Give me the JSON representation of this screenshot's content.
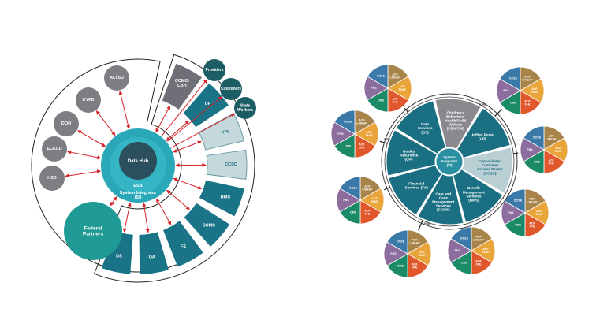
{
  "left": {
    "hub": {
      "center_label": "Data Hub",
      "esb_label": "ESB",
      "integrator_label": "System Integrator\n(SI)"
    },
    "federal_partners": "Federal\nPartners",
    "agencies": [
      "ALTSD",
      "CYFD",
      "DOH",
      "ECECD",
      "HSD"
    ],
    "external": [
      "Providers",
      "Customers",
      "State\nWorkers"
    ],
    "modules": [
      {
        "label": "CCMIS\nCBH",
        "tone": "gray"
      },
      {
        "label": "UP",
        "tone": "teal"
      },
      {
        "label": "UPI",
        "tone": "light"
      },
      {
        "label": "CCSC",
        "tone": "light"
      },
      {
        "label": "BMS",
        "tone": "teal"
      },
      {
        "label": "CCMS",
        "tone": "teal"
      },
      {
        "label": "FS",
        "tone": "teal"
      },
      {
        "label": "QA",
        "tone": "teal"
      },
      {
        "label": "DS",
        "tone": "teal"
      }
    ],
    "colors": {
      "arrow": "#d62027",
      "teal": "#1a7487",
      "gray_circle": "#7d7e81",
      "hub_outer": "#2aa8b8",
      "hub_inner": "#2b4f5d",
      "dark_teal": "#1c5c63",
      "federal": "#1f9a95"
    }
  },
  "right": {
    "center_label": "System\nIntegrator\n(SI)",
    "ring_labels": [
      "ESB",
      "ESB",
      "ESB"
    ],
    "segments": [
      {
        "label": "Children's\nBehavioral\nHealth/Child\nWelfare\n(CBH/CW)",
        "tone": "gray"
      },
      {
        "label": "Unified Portal\n(UP)",
        "tone": "teal"
      },
      {
        "label": "Consolidated\nCustomer\nService Center\n(CCSC)",
        "tone": "light"
      },
      {
        "label": "Benefit\nManagement\nServices\n(BMS)",
        "tone": "teal"
      },
      {
        "label": "Care and\nCase\nManagement\nServices\n(CCMS)",
        "tone": "teal"
      },
      {
        "label": "Financial\nServices (FS)",
        "tone": "teal"
      },
      {
        "label": "Quality\nAssurance\n(QA)",
        "tone": "teal"
      },
      {
        "label": "Data\nServices\n(DS)",
        "tone": "teal"
      }
    ],
    "pie_slices": [
      {
        "label": "ACF\nLIHEAP",
        "color": "#a8844a"
      },
      {
        "label": "ACF\nTANF",
        "color": "#e9a43a"
      },
      {
        "label": "ACF\nIV-E",
        "color": "#e0572c"
      },
      {
        "label": "CMS",
        "color": "#1b8a67"
      },
      {
        "label": "FNS",
        "color": "#8d6c9e"
      },
      {
        "label": "OCSE",
        "color": "#3a79a8"
      }
    ],
    "colors": {
      "teal": "#1a6f82",
      "gray": "#8a8a8e",
      "light": "#b9cfd4",
      "center": "#2a8fa0",
      "connector": "#222222"
    }
  }
}
